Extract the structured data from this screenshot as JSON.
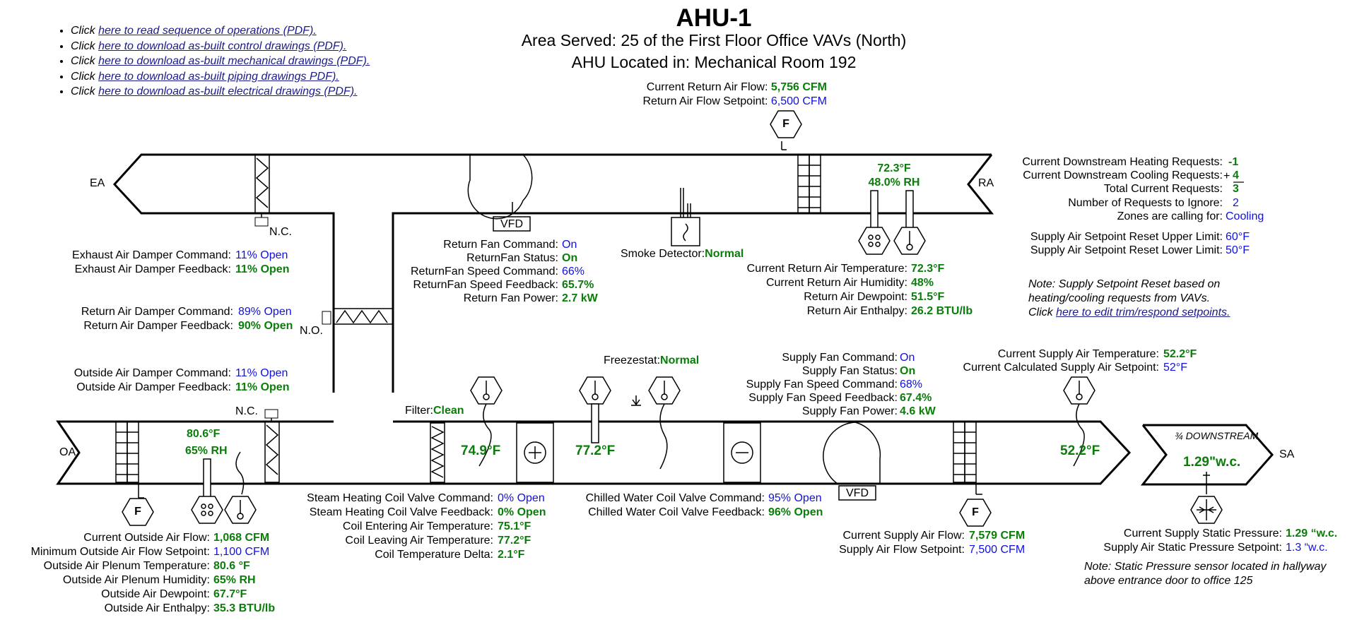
{
  "header": {
    "title": "AHU-1",
    "area_served": "Area Served: 25 of the First Floor Office VAVs (North)",
    "location": "AHU Located in: Mechanical Room 192"
  },
  "links": [
    {
      "prefix": "Click ",
      "text": "here to read sequence of operations (PDF)."
    },
    {
      "prefix": "Click ",
      "text": "here to download as-built control drawings (PDF)."
    },
    {
      "prefix": "Click ",
      "text": "here to download as-built mechanical drawings (PDF)."
    },
    {
      "prefix": "Click ",
      "text": "here to download as-built piping drawings PDF)."
    },
    {
      "prefix": "Click ",
      "text": "here to download as-built electrical drawings (PDF)."
    }
  ],
  "return_airflow": {
    "current_label": "Current Return Air Flow:",
    "current_value": "5,756 CFM",
    "setpoint_label": "Return Air Flow Setpoint:",
    "setpoint_value": "6,500 CFM"
  },
  "requests": {
    "heating_label": "Current Downstream Heating Requests:",
    "heating_value": "-1",
    "cooling_label": "Current Downstream Cooling Requests:",
    "cooling_value": "4",
    "plus_sign": "+",
    "total_label": "Total Current Requests:",
    "total_value": "3",
    "ignore_label": "Number of Requests to Ignore:",
    "ignore_value": "2",
    "calling_label": "Zones are calling for:",
    "calling_value": "Cooling",
    "upper_label": "Supply Air Setpoint Reset Upper Limit:",
    "upper_value": "60°F",
    "lower_label": "Supply Air Setpoint Reset Lower Limit:",
    "lower_value": "50°F"
  },
  "reset_note": {
    "line1": "Note: Supply Setpoint Reset based on",
    "line2": "heating/cooling requests from VAVs.",
    "line3_prefix": "Click ",
    "line3_link": "here to edit trim/respond setpoints."
  },
  "duct_labels": {
    "ea": "EA",
    "ra": "RA",
    "oa": "OA",
    "sa": "SA",
    "vfd_return": "VFD",
    "vfd_supply": "VFD",
    "fm": "F"
  },
  "return_sensor": {
    "temp": "72.3°F",
    "rh": "48.0% RH"
  },
  "exhaust_damper": {
    "nc": "N.C.",
    "command_label": "Exhaust Air Damper Command:",
    "command_value": "11% Open",
    "feedback_label": "Exhaust Air Damper Feedback:",
    "feedback_value": "11% Open"
  },
  "return_damper": {
    "no": "N.O.",
    "command_label": "Return Air Damper Command:",
    "command_value": "89% Open",
    "feedback_label": "Return Air Damper Feedback:",
    "feedback_value": "90% Open"
  },
  "outside_damper": {
    "nc": "N.C.",
    "command_label": "Outside Air Damper Command:",
    "command_value": "11% Open",
    "feedback_label": "Outside Air Damper Feedback:",
    "feedback_value": "11% Open"
  },
  "return_fan": {
    "command_label": "Return Fan Command:",
    "command_value": "On",
    "status_label": "ReturnFan Status:",
    "status_value": "On",
    "speed_cmd_label": "ReturnFan Speed Command:",
    "speed_cmd_value": "66%",
    "speed_fb_label": "ReturnFan Speed Feedback:",
    "speed_fb_value": "65.7%",
    "power_label": "Return Fan Power:",
    "power_value": "2.7 kW"
  },
  "smoke": {
    "label": "Smoke Detector:",
    "value": "Normal"
  },
  "return_air": {
    "temp_label": "Current Return Air Temperature:",
    "temp_value": "72.3°F",
    "hum_label": "Current Return Air Humidity:",
    "hum_value": "48%",
    "dew_label": "Return Air Dewpoint:",
    "dew_value": "51.5°F",
    "enth_label": "Return Air Enthalpy:",
    "enth_value": "26.2 BTU/lb"
  },
  "freezestat": {
    "label": "Freezestat:",
    "value": "Normal"
  },
  "filter": {
    "label": "Filter:",
    "value": "Clean"
  },
  "supply_fan": {
    "command_label": "Supply Fan Command:",
    "command_value": "On",
    "status_label": "Supply Fan Status:",
    "status_value": "On",
    "speed_cmd_label": "Supply Fan Speed Command:",
    "speed_cmd_value": "68%",
    "speed_fb_label": "Supply Fan Speed Feedback:",
    "speed_fb_value": "67.4%",
    "power_label": "Supply Fan Power:",
    "power_value": "4.6 kW"
  },
  "supply_temp": {
    "current_label": "Current Supply Air Temperature:",
    "current_value": "52.2°F",
    "calc_label": "Current Calculated Supply Air Setpoint:",
    "calc_value": "52°F"
  },
  "inline_temps": {
    "mixed": "74.9°F",
    "coil_leaving": "77.2°F",
    "discharge": "52.2°F"
  },
  "outside_sensor": {
    "temp": "80.6°F",
    "rh": "65% RH"
  },
  "downstream": {
    "label": "¾ DOWNSTREAM",
    "value": "1.29\"w.c."
  },
  "outside_air": {
    "flow_label": "Current Outside Air Flow:",
    "flow_value": "1,068 CFM",
    "min_label": "Minimum Outside Air Flow Setpoint:",
    "min_value": "1,100 CFM",
    "temp_label": "Outside Air Plenum Temperature:",
    "temp_value": "80.6 °F",
    "hum_label": "Outside Air Plenum Humidity:",
    "hum_value": "65% RH",
    "dew_label": "Outside Air Dewpoint:",
    "dew_value": "67.7°F",
    "enth_label": "Outside Air Enthalpy:",
    "enth_value": "35.3 BTU/lb"
  },
  "coil": {
    "steam_cmd_label": "Steam Heating Coil Valve Command:",
    "steam_cmd_value": "0% Open",
    "steam_fb_label": "Steam Heating Coil Valve Feedback:",
    "steam_fb_value": "0% Open",
    "enter_label": "Coil Entering Air Temperature:",
    "enter_value": "75.1°F",
    "leave_label": "Coil Leaving Air Temperature:",
    "leave_value": "77.2°F",
    "delta_label": "Coil Temperature Delta:",
    "delta_value": "2.1°F",
    "chw_cmd_label": "Chilled Water Coil Valve Command:",
    "chw_cmd_value": "95% Open",
    "chw_fb_label": "Chilled Water Coil Valve Feedback:",
    "chw_fb_value": "96% Open"
  },
  "supply_airflow": {
    "current_label": "Current Supply Air Flow:",
    "current_value": "7,579 CFM",
    "setpoint_label": "Supply Air Flow Setpoint:",
    "setpoint_value": "7,500 CFM"
  },
  "static": {
    "current_label": "Current Supply Static Pressure:",
    "current_value": "1.29 “w.c.",
    "setpoint_label": "Supply Air Static Pressure Setpoint:",
    "setpoint_value": "1.3 “w.c.",
    "note1": "Note: Static Pressure sensor located in hallyway",
    "note2": "above entrance door to office 125"
  }
}
